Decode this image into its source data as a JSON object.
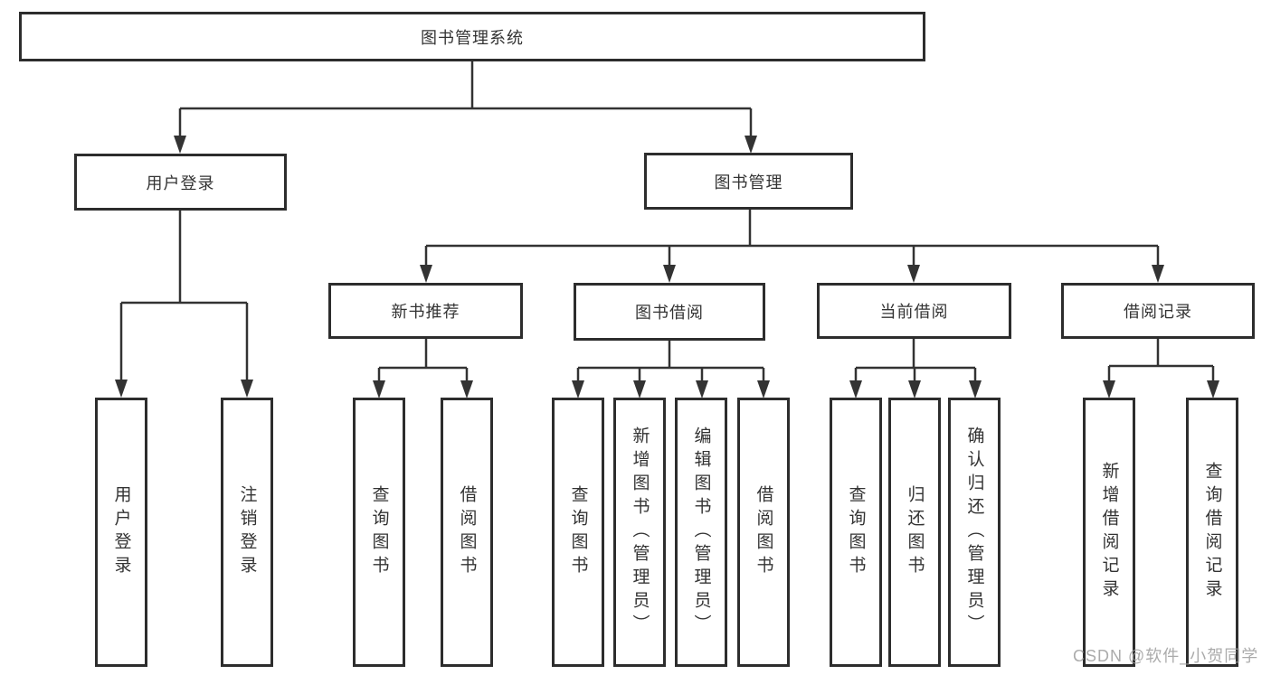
{
  "diagram": {
    "root": "图书管理系统",
    "branches": [
      {
        "label": "用户登录",
        "children": [
          "用户登录",
          "注销登录"
        ]
      },
      {
        "label": "图书管理",
        "children": [
          {
            "label": "新书推荐",
            "children": [
              "查询图书",
              "借阅图书"
            ]
          },
          {
            "label": "图书借阅",
            "children": [
              "查询图书",
              "新增图书（管理员）",
              "编辑图书（管理员）",
              "借阅图书"
            ]
          },
          {
            "label": "当前借阅",
            "children": [
              "查询图书",
              "归还图书",
              "确认归还（管理员）"
            ]
          },
          {
            "label": "借阅记录",
            "children": [
              "新增借阅记录",
              "查询借阅记录"
            ]
          }
        ]
      }
    ]
  },
  "colors": {
    "line": "#333333",
    "box_border": "#2d2d2d",
    "text": "#333333",
    "watermark": "#9c9c9c",
    "background": "#ffffff"
  },
  "watermark": {
    "text": "CSDN @软件_小贺同学"
  }
}
